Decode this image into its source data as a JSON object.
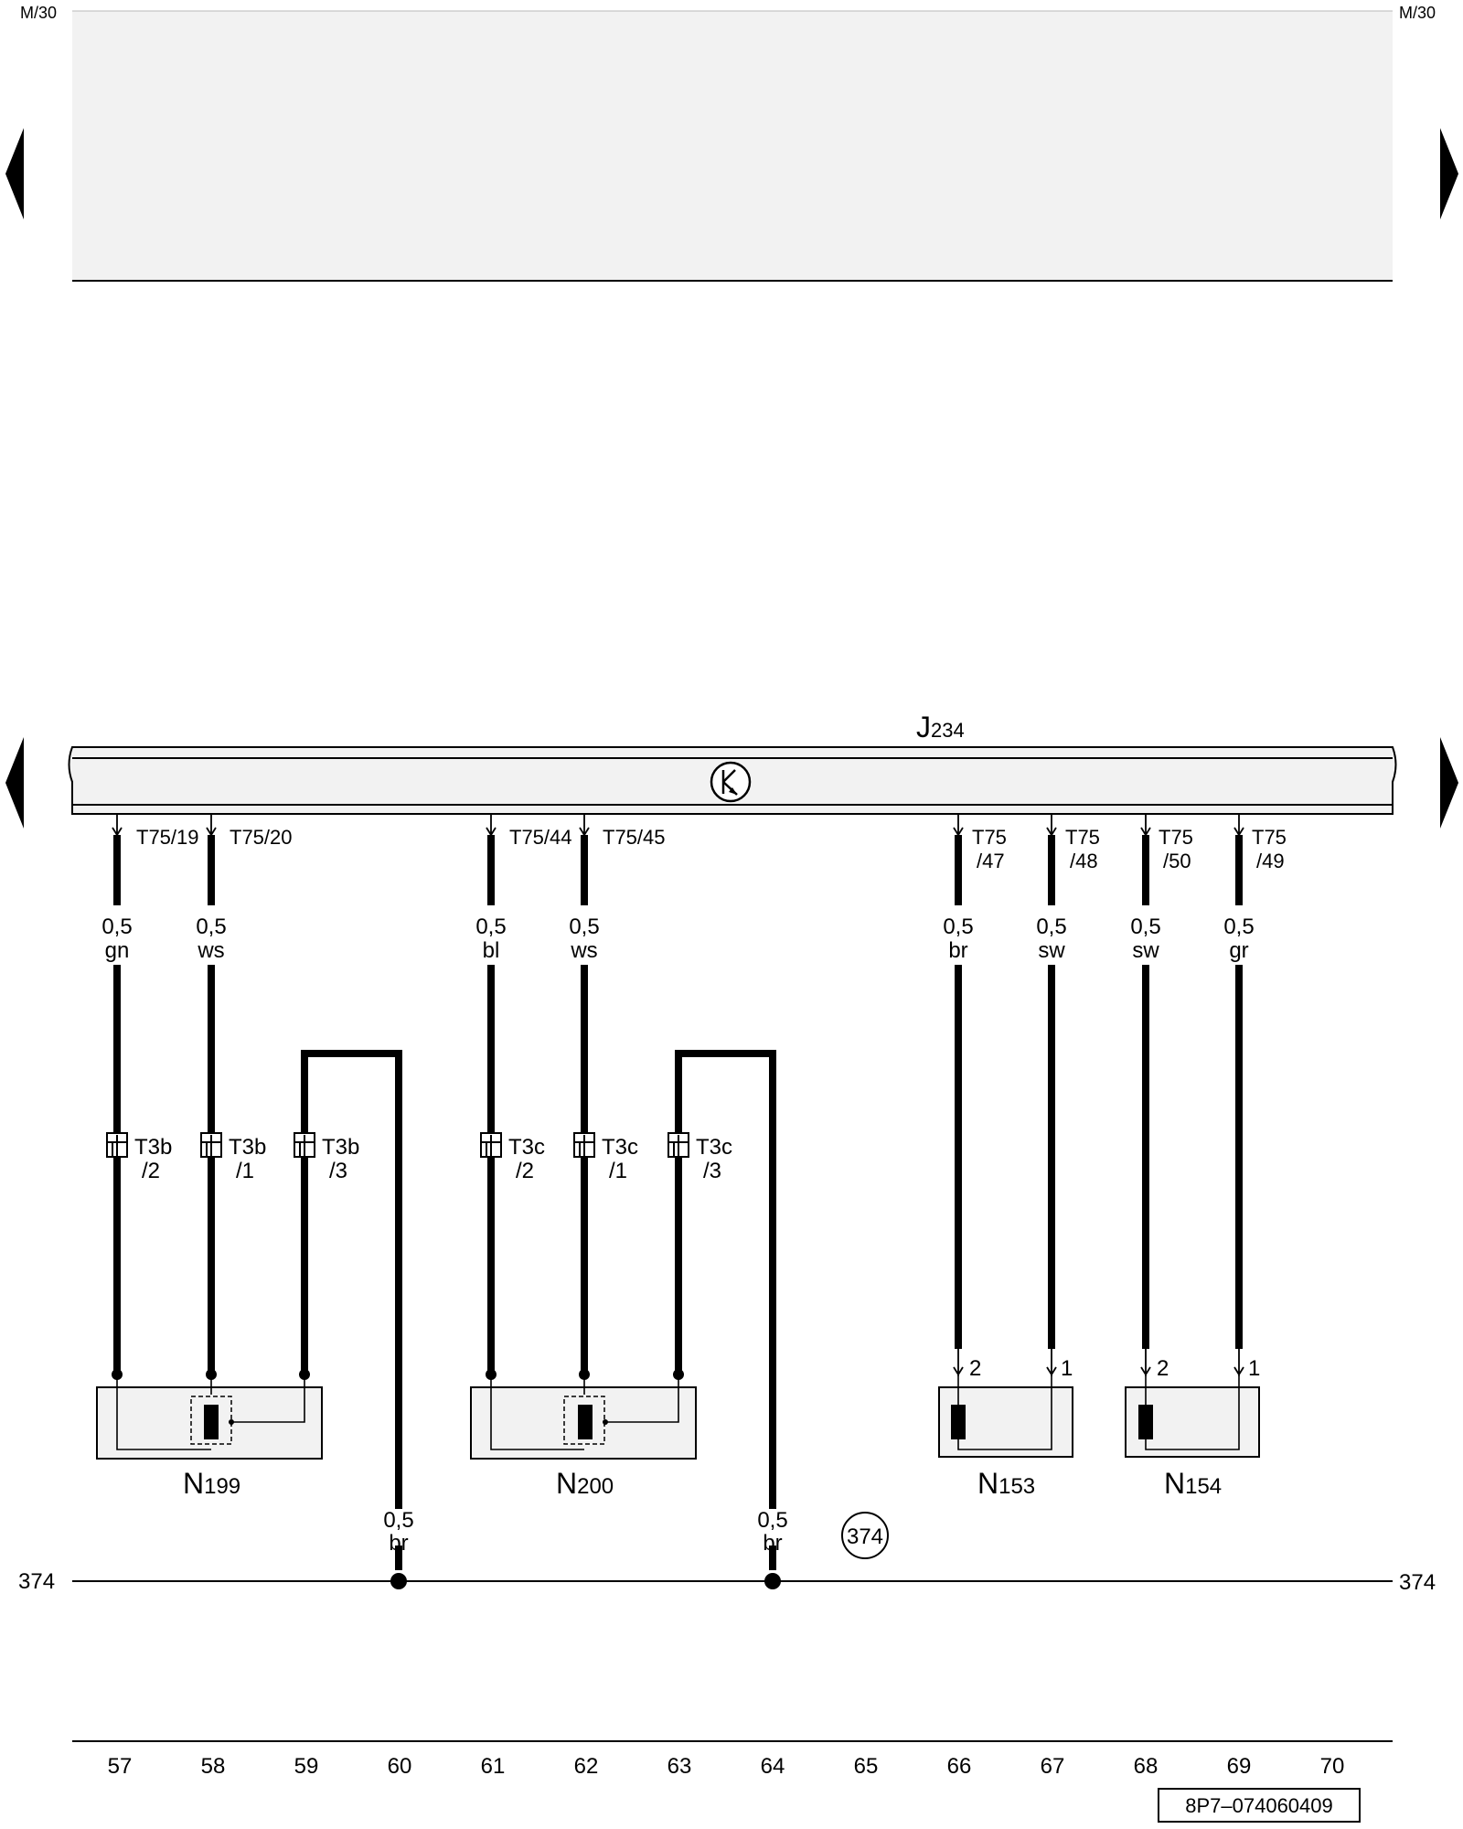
{
  "page_refs": {
    "top_left": "M/30",
    "top_right": "M/30"
  },
  "ecu": {
    "name_prefix": "J",
    "name_suffix": "234"
  },
  "pins": [
    {
      "line1": "T75/19",
      "line2": ""
    },
    {
      "line1": "T75/20",
      "line2": ""
    },
    {
      "line1": "T75/44",
      "line2": ""
    },
    {
      "line1": "T75/45",
      "line2": ""
    },
    {
      "line1": "T75",
      "line2": "/47"
    },
    {
      "line1": "T75",
      "line2": "/48"
    },
    {
      "line1": "T75",
      "line2": "/50"
    },
    {
      "line1": "T75",
      "line2": "/49"
    }
  ],
  "wires": [
    {
      "size": "0,5",
      "color": "gn"
    },
    {
      "size": "0,5",
      "color": "ws"
    },
    {
      "size": "0,5",
      "color": "bl"
    },
    {
      "size": "0,5",
      "color": "ws"
    },
    {
      "size": "0,5",
      "color": "br"
    },
    {
      "size": "0,5",
      "color": "sw"
    },
    {
      "size": "0,5",
      "color": "sw"
    },
    {
      "size": "0,5",
      "color": "gr"
    }
  ],
  "connectors": [
    {
      "name": "T3b",
      "pin": "/2"
    },
    {
      "name": "T3b",
      "pin": "/1"
    },
    {
      "name": "T3b",
      "pin": "/3"
    },
    {
      "name": "T3c",
      "pin": "/2"
    },
    {
      "name": "T3c",
      "pin": "/1"
    },
    {
      "name": "T3c",
      "pin": "/3"
    }
  ],
  "ground_wires": [
    {
      "size": "0,5",
      "color": "br"
    },
    {
      "size": "0,5",
      "color": "br"
    }
  ],
  "components": [
    {
      "prefix": "N",
      "number": "199"
    },
    {
      "prefix": "N",
      "number": "200"
    },
    {
      "prefix": "N",
      "number": "153"
    },
    {
      "prefix": "N",
      "number": "154"
    }
  ],
  "terminal_numbers": [
    "2",
    "1",
    "2",
    "1"
  ],
  "ground_ref": {
    "circle": "374",
    "left": "374",
    "right": "374"
  },
  "tracks": [
    "57",
    "58",
    "59",
    "60",
    "61",
    "62",
    "63",
    "64",
    "65",
    "66",
    "67",
    "68",
    "69",
    "70"
  ],
  "doc_id": "8P7–074060409"
}
